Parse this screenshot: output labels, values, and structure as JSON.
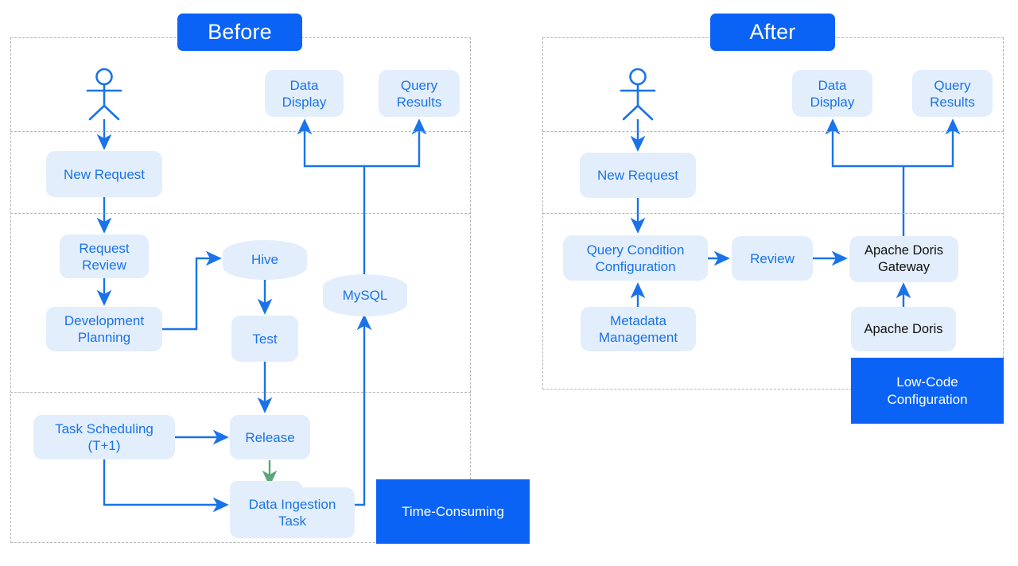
{
  "diagram": {
    "title_badges": [
      {
        "label": "Before"
      },
      {
        "label": "After"
      }
    ],
    "colors": {
      "accent_blue": "#0b63f6",
      "node_fill": "#e3eefc",
      "node_text": "#1a73e8",
      "dark_text": "#111111",
      "panel_border": "#b4b4b4",
      "green_arrow": "#5aa87a"
    }
  },
  "before": {
    "panel_label": "Before",
    "actor": "user-actor",
    "nodes": {
      "new_request": "New Request",
      "request_review": "Request\nReview",
      "request_review_l1": "Request",
      "request_review_l2": "Review",
      "development_planning_l1": "Development",
      "development_planning_l2": "Planning",
      "hive": "Hive",
      "test": "Test",
      "mysql": "MySQL",
      "task_scheduling_l1": "Task Scheduling",
      "task_scheduling_l2": "(T+1)",
      "release": "Release",
      "data_ingestion_l1": "Data Ingestion",
      "data_ingestion_l2": "Task",
      "data_display_l1": "Data",
      "data_display_l2": "Display",
      "query_results_l1": "Query",
      "query_results_l2": "Results"
    },
    "callout": "Time-Consuming"
  },
  "after": {
    "panel_label": "After",
    "actor": "user-actor",
    "nodes": {
      "new_request": "New Request",
      "query_condition_l1": "Query Condition",
      "query_condition_l2": "Configuration",
      "metadata_l1": "Metadata",
      "metadata_l2": "Management",
      "review": "Review",
      "doris_gateway_l1": "Apache Doris",
      "doris_gateway_l2": "Gateway",
      "apache_doris": "Apache Doris",
      "data_display_l1": "Data",
      "data_display_l2": "Display",
      "query_results_l1": "Query",
      "query_results_l2": "Results"
    },
    "callout_l1": "Low-Code",
    "callout_l2": "Configuration"
  }
}
